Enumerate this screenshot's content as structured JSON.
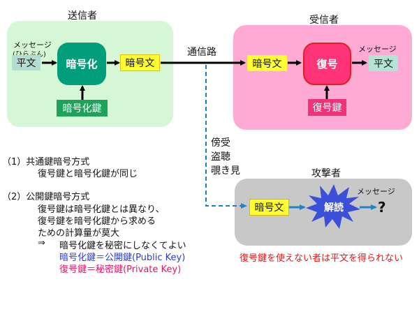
{
  "sender": {
    "title": "送信者",
    "message_label": "メッセージ",
    "message_reading": "(ひらぶん)",
    "plaintext": "平文",
    "process": "暗号化",
    "ciphertext": "暗号文",
    "key": "暗号化鍵"
  },
  "channel": {
    "label": "通信路",
    "threats": [
      "傍受",
      "盗聴",
      "覗き見"
    ]
  },
  "receiver": {
    "title": "受信者",
    "ciphertext": "暗号文",
    "process": "復号",
    "message_label": "メッセージ",
    "plaintext": "平文",
    "key": "復号鍵"
  },
  "attacker": {
    "title": "攻撃者",
    "ciphertext": "暗号文",
    "process": "解読",
    "message_label": "メッセージ",
    "result": "?",
    "caption": "復号鍵を使えない者は平文を得られない"
  },
  "notes": {
    "item1_title": "（1）共通鍵暗号方式",
    "item1_line1": "復号鍵と暗号化鍵が同じ",
    "item2_title": "（2）公開鍵暗号方式",
    "item2_line1": "復号鍵は暗号化鍵とは異なり、",
    "item2_line2": "復号鍵を暗号化鍵から求める",
    "item2_line3": "ための計算量が莫大",
    "item2_arrow": "⇒",
    "item2_line4": "暗号化鍵を秘密にしなくてよい",
    "public_key_line": "暗号化鍵＝公開鍵(Public Key)",
    "private_key_line": "復号鍵＝秘密鍵(Private Key)"
  },
  "colors": {
    "sender_panel": "#d6f7d6",
    "receiver_panel": "#ffaad4",
    "attacker_panel": "#c8c8c8",
    "encrypt_box": "#009e7a",
    "decrypt_box": "#ff3377",
    "cipher_box": "#ffff33",
    "plaintext_box": "#b3ddd0",
    "encrypt_key": "#1ea35a",
    "decrypt_key": "#ee3377",
    "starburst": "#3c4fd8",
    "dashed_line": "#1a7fc4",
    "public_text": "#2c3bd6",
    "private_text": "#ee1166",
    "caption_text": "#ee1111"
  }
}
